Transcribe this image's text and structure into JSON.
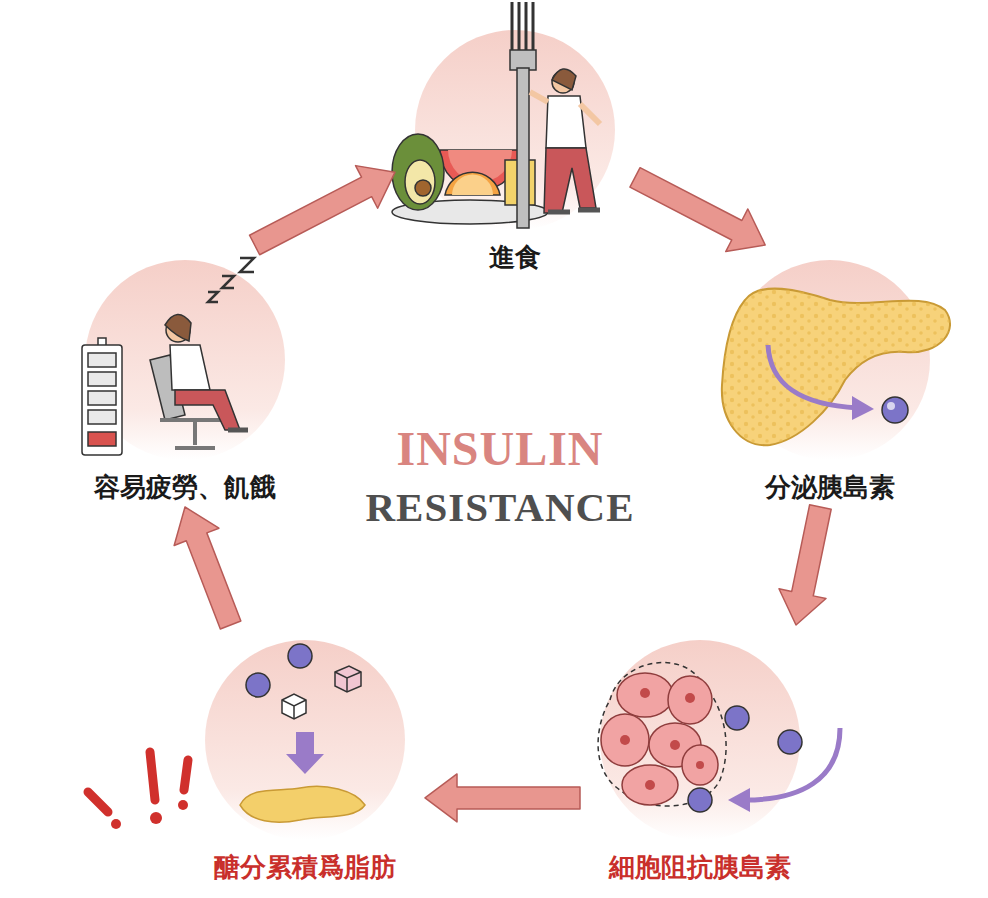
{
  "diagram": {
    "title": "INSULIN RESISTANCE",
    "nodes": [
      {
        "text": [
          "進食"
        ]
      },
      {
        "text": [
          "分泌胰島素"
        ]
      },
      {
        "text": [
          "細胞阻抗胰島素"
        ]
      },
      {
        "text": [
          "醣分累積爲脂肪"
        ]
      },
      {
        "text": [
          "容易疲勞、飢餓"
        ]
      }
    ],
    "edges": [
      {
        "from": 0,
        "to": 1,
        "arrow": "to"
      },
      {
        "from": 1,
        "to": 2,
        "arrow": "to"
      },
      {
        "from": 2,
        "to": 3,
        "arrow": "to"
      },
      {
        "from": 3,
        "to": 4,
        "arrow": "to"
      },
      {
        "from": 4,
        "to": 0,
        "arrow": "to"
      }
    ]
  }
}
